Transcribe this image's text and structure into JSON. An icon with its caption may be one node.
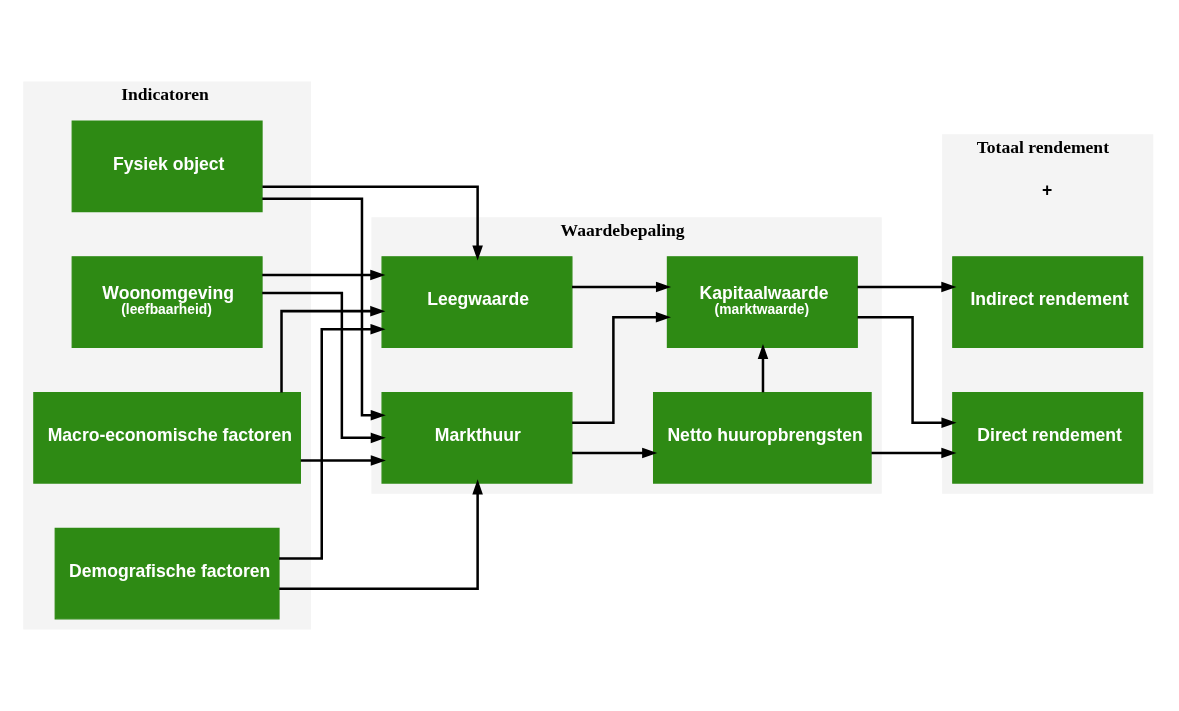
{
  "diagram": {
    "nodes": [
      {
        "text": [
          "Indicatoren"
        ]
      },
      {
        "text": [
          "Fysiek object"
        ],
        "in": 0
      },
      {
        "text": [
          "Woonomgeving",
          "(leefbaarheid)"
        ],
        "in": 0
      },
      {
        "text": [
          "Macro-economische factoren"
        ],
        "in": 0
      },
      {
        "text": [
          "Demografische factoren"
        ],
        "in": 0
      },
      {
        "text": [
          "Waardebepaling"
        ]
      },
      {
        "text": [
          "Leegwaarde"
        ],
        "in": 5
      },
      {
        "text": [
          "Kapitaalwaarde",
          "(marktwaarde)"
        ],
        "in": 5
      },
      {
        "text": [
          "Netto huuropbrengsten"
        ],
        "in": 5
      },
      {
        "text": [
          "Markthuur"
        ],
        "in": 5
      },
      {
        "text": [
          "Totaal rendement"
        ]
      },
      {
        "text": [
          "Indirect rendement"
        ],
        "in": 10
      },
      {
        "text": [
          "Direct rendement"
        ],
        "in": 10
      }
    ],
    "edges": [
      {
        "from": 1,
        "to": 6,
        "arrow": "to"
      },
      {
        "from": 1,
        "to": 9,
        "arrow": "to"
      },
      {
        "from": 2,
        "to": 6,
        "arrow": "to"
      },
      {
        "from": 2,
        "to": 9,
        "arrow": "to"
      },
      {
        "from": 3,
        "to": 6,
        "arrow": "to"
      },
      {
        "from": 3,
        "to": 9,
        "arrow": "to"
      },
      {
        "from": 4,
        "to": 6,
        "arrow": "to"
      },
      {
        "from": 4,
        "to": 9,
        "arrow": "to"
      },
      {
        "from": 6,
        "to": 7,
        "arrow": "to"
      },
      {
        "from": 9,
        "to": 7,
        "arrow": "to"
      },
      {
        "from": 9,
        "to": 8,
        "arrow": "to"
      },
      {
        "from": 8,
        "to": 7,
        "arrow": "to"
      },
      {
        "from": 7,
        "to": 11,
        "arrow": "to"
      },
      {
        "from": 7,
        "to": 12,
        "arrow": "to"
      },
      {
        "from": 8,
        "to": 12,
        "arrow": "to"
      }
    ],
    "labels": [
      "+"
    ]
  }
}
